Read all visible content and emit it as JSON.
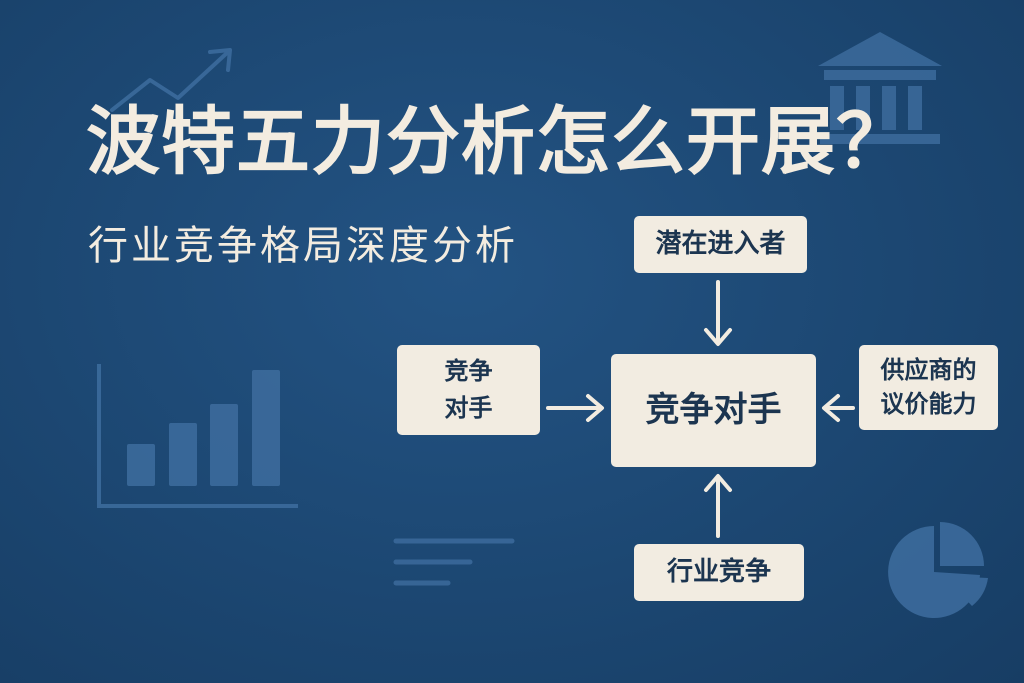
{
  "header": {
    "title": "波特五力分析怎么开展？",
    "subtitle": "行业竞争格局深度分析"
  },
  "diagram": {
    "center": {
      "label": "竞争对手"
    },
    "top": {
      "label": "潜在进入者"
    },
    "left": {
      "line1": "竞争",
      "line2": "对手"
    },
    "right": {
      "line1": "供应商的",
      "line2": "议价能力"
    },
    "bottom": {
      "label": "行业竞争"
    }
  },
  "colors": {
    "background": "#1d4a75",
    "box_fill": "#f2ece1",
    "text_light": "#f3ece0",
    "text_dark": "#1c3550",
    "decor": "#3c6b9c"
  },
  "icons": [
    "trend-arrow-icon",
    "bank-building-icon",
    "bar-chart-icon",
    "text-lines-icon",
    "pie-chart-icon"
  ]
}
